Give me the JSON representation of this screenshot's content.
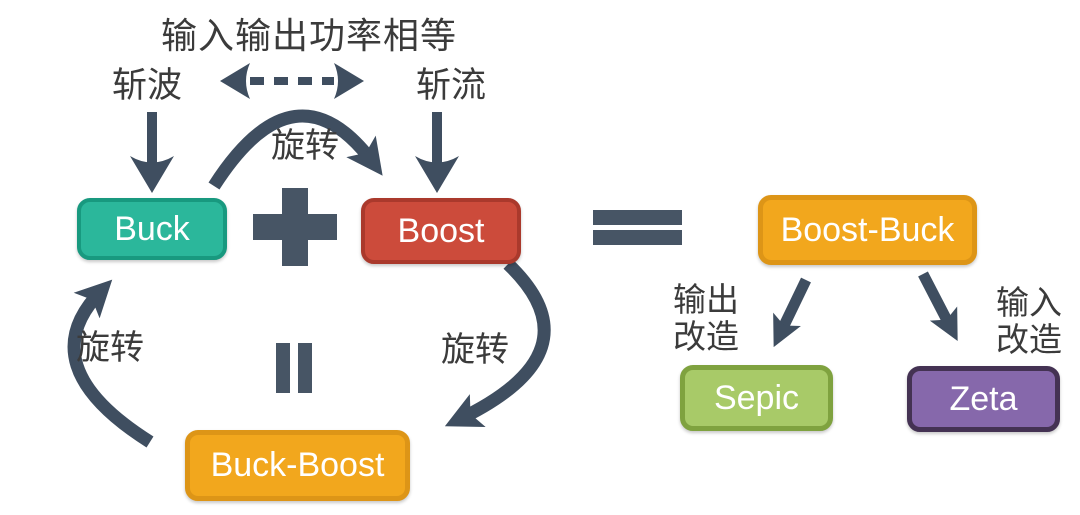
{
  "diagram": {
    "title": "输入输出功率相等",
    "annotations": {
      "chop_wave": "斩波",
      "chop_current": "斩流",
      "rotate_top": "旋转",
      "rotate_left": "旋转",
      "rotate_right": "旋转",
      "output_rework": "输出\n改造",
      "input_rework": "输入\n改造"
    },
    "nodes": {
      "buck": {
        "label": "Buck",
        "fill": "#2bb79b",
        "border": "#18997f"
      },
      "boost": {
        "label": "Boost",
        "fill": "#cc4b3b",
        "border": "#aa392c"
      },
      "buck_boost": {
        "label": "Buck-Boost",
        "fill": "#f2a71d",
        "border": "#dd9517"
      },
      "boost_buck": {
        "label": "Boost-Buck",
        "fill": "#f2a71d",
        "border": "#dd9517"
      },
      "sepic": {
        "label": "Sepic",
        "fill": "#a8ca68",
        "border": "#7fa23f"
      },
      "zeta": {
        "label": "Zeta",
        "fill": "#8668ab",
        "border": "#443253"
      }
    },
    "symbols": {
      "plus": "plus-icon",
      "equals": "equals-icon",
      "vertical_equals": "vertical-equals-icon"
    },
    "colors": {
      "arrow": "#3f4e60",
      "symbol": "#475565",
      "label_text": "#3b3b3b",
      "node_text": "#ffffff",
      "background": "#ffffff"
    }
  }
}
